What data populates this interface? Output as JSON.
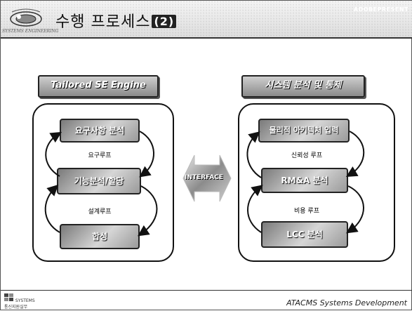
{
  "header": {
    "title": "수행 프로세스",
    "title_number": "(2)",
    "logo_caption": "SYSTEMS ENGINEERING",
    "tag": "ADOBEPRESENT"
  },
  "left_panel": {
    "title": "Tailored SE Engine",
    "nodes": [
      "요구사항 분석",
      "기능분석/할당",
      "합성"
    ],
    "loops": [
      "요구루프",
      "설계루프"
    ]
  },
  "right_panel": {
    "title": "시스템 분석 및 통제",
    "nodes": [
      "물리적 아키텍처 입력",
      "RM&A 분석",
      "LCC 분석"
    ],
    "loops": [
      "신뢰성 루프",
      "비용 루프"
    ]
  },
  "center_arrow_label": "INTERFACE",
  "footer": {
    "logo_text": "SYSTEMS",
    "logo_subtext": "통신지원실무",
    "text": "ATACMS Systems Development"
  }
}
